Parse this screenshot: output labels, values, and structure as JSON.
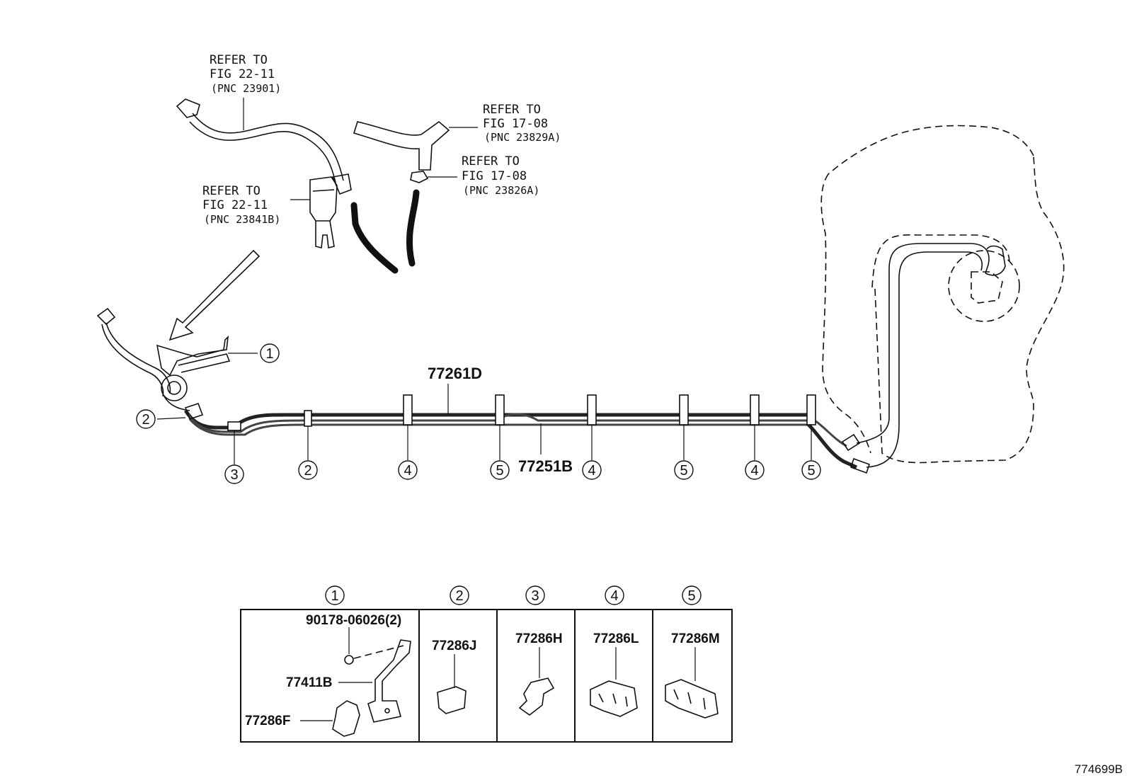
{
  "refs": {
    "ref1": {
      "line1": "REFER TO",
      "line2": "FIG 22-11",
      "line3": "(PNC 23901)"
    },
    "ref2": {
      "line1": "REFER TO",
      "line2": "FIG 17-08",
      "line3": "(PNC 23829A)"
    },
    "ref3": {
      "line1": "REFER TO",
      "line2": "FIG 17-08",
      "line3": "(PNC 23826A)"
    },
    "ref4": {
      "line1": "REFER TO",
      "line2": "FIG 22-11",
      "line3": "(PNC 23841B)"
    }
  },
  "parts": {
    "tube_upper": "77261D",
    "tube_lower": "77251B"
  },
  "callouts": {
    "c1": "1",
    "c2": "2",
    "c3": "3",
    "c4": "4",
    "c5": "5"
  },
  "legend": {
    "headers": [
      "1",
      "2",
      "3",
      "4",
      "5"
    ],
    "cell1": {
      "bolt": "90178-06026(2)",
      "bracket": "77411B",
      "clamp": "77286F"
    },
    "cell2": "77286J",
    "cell3": "77286H",
    "cell4": "77286L",
    "cell5": "77286M"
  },
  "figure_number": "774699B"
}
